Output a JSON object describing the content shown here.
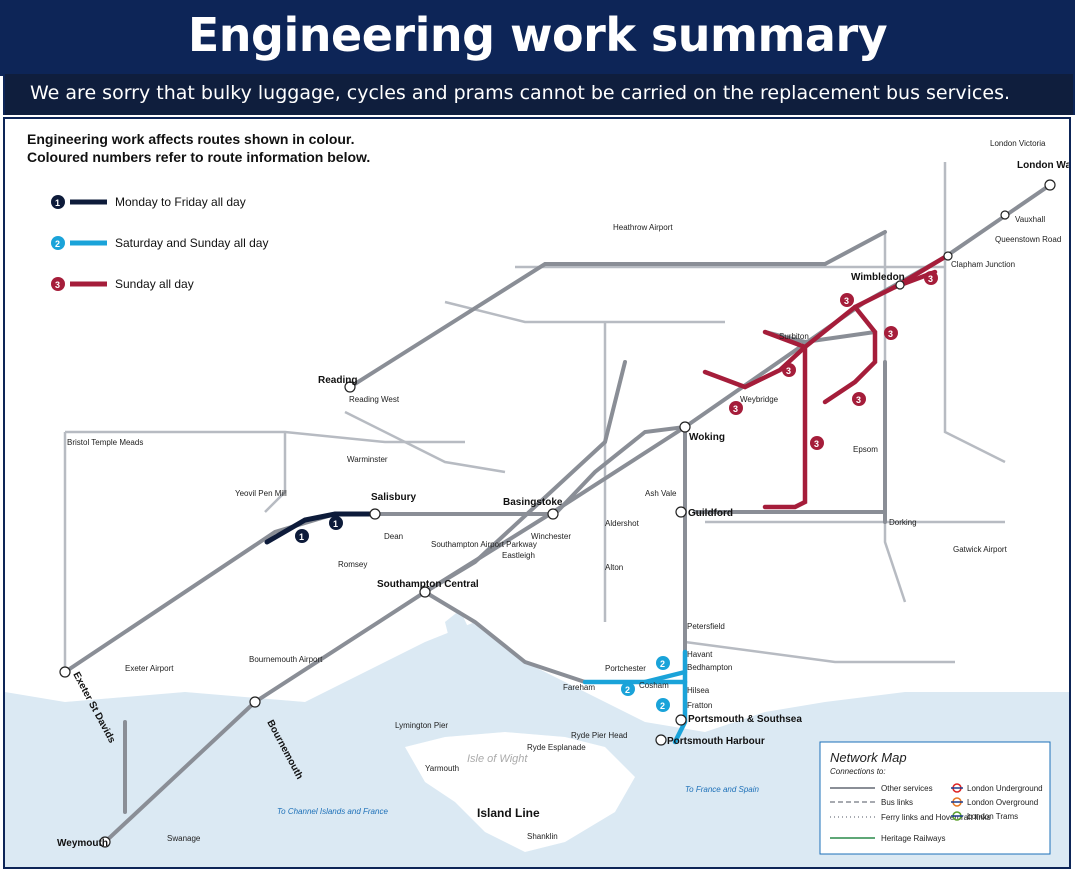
{
  "header": {
    "title": "Engineering work summary",
    "subtitle": "We are sorry that bulky luggage, cycles and prams cannot be carried on the replacement bus services."
  },
  "intro": {
    "line1": "Engineering work affects routes shown in colour.",
    "line2": "Coloured numbers refer to route information below."
  },
  "legend": [
    {
      "num": "1",
      "label": "Monday to Friday all day",
      "color": "#0d1b3a"
    },
    {
      "num": "2",
      "label": "Saturday and Sunday all day",
      "color": "#1aa3d9"
    },
    {
      "num": "3",
      "label": "Sunday all day",
      "color": "#a51d3a"
    }
  ],
  "colors": {
    "normal": "#8a8e96",
    "minor": "#b7bbc2",
    "sea": "#dbe9f3",
    "water": "#dbe9f3"
  },
  "stations": {
    "london_waterloo": "London Waterloo",
    "london_victoria": "London Victoria",
    "vauxhall": "Vauxhall",
    "queenstown_road": "Queenstown Road",
    "clapham_junction": "Clapham Junction",
    "wimbledon": "Wimbledon",
    "reading": "Reading",
    "reading_west": "Reading West",
    "salisbury": "Salisbury",
    "basingstoke": "Basingstoke",
    "woking": "Woking",
    "guildford": "Guildford",
    "southampton_central": "Southampton Central",
    "bournemouth": "Bournemouth",
    "weymouth": "Weymouth",
    "exeter_st_davids": "Exeter St Davids",
    "portsmouth_southsea": "Portsmouth & Southsea",
    "portsmouth_harbour": "Portsmouth Harbour",
    "havant": "Havant",
    "bedhampton": "Bedhampton",
    "hilsea": "Hilsea",
    "fratton": "Fratton",
    "cosham": "Cosham",
    "fareham": "Fareham",
    "portchester": "Portchester",
    "petersfield": "Petersfield",
    "bristol": "Bristol Temple Meads",
    "surbiton": "Surbiton",
    "weybridge": "Weybridge",
    "epsom": "Epsom",
    "dorking": "Dorking",
    "yeovil_pen_mill": "Yeovil Pen Mill",
    "warminster": "Warminster",
    "dean": "Dean",
    "romsey": "Romsey",
    "winchester": "Winchester",
    "eastleigh": "Eastleigh",
    "ash_vale": "Ash Vale",
    "aldershot": "Aldershot",
    "alton": "Alton",
    "ryde_pier_head": "Ryde Pier Head",
    "ryde_esplanade": "Ryde Esplanade",
    "shanklin": "Shanklin",
    "isle_of_wight": "Isle of Wight",
    "island_line": "Island Line",
    "heathrow": "Heathrow Airport",
    "gatwick": "Gatwick Airport",
    "exeter_airport": "Exeter Airport",
    "bournemouth_airport": "Bournemouth Airport",
    "southampton_airport": "Southampton Airport Parkway",
    "lymington_pier": "Lymington Pier",
    "yarmouth": "Yarmouth",
    "swanage": "Swanage",
    "to_france": "To France and Spain",
    "to_channel": "To Channel Islands and France"
  },
  "key": {
    "title": "Network Map",
    "connections": "Connections to:",
    "other": "Other services",
    "bus": "Bus links",
    "ferry": "Ferry links and Hovercraft links",
    "heritage": "Heritage Railways",
    "underground": "London Underground",
    "overground": "London Overground",
    "trams": "London Trams"
  }
}
